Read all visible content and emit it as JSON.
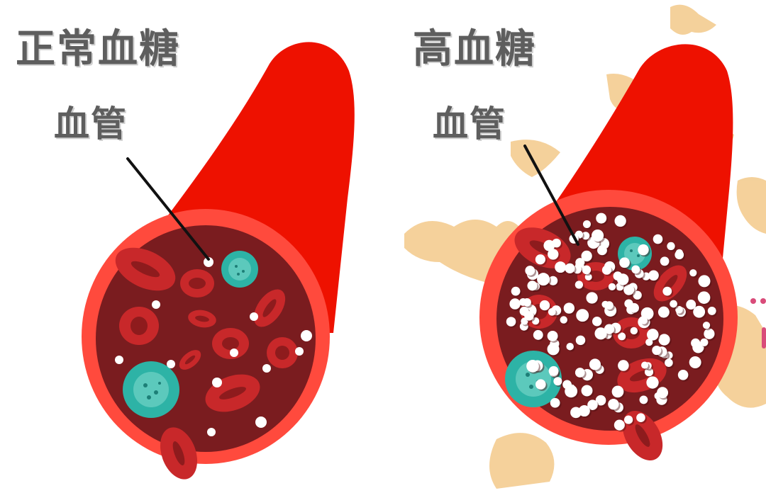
{
  "panels": [
    {
      "title": "正常血糖",
      "vessel_label": "血管"
    },
    {
      "title": "高血糖",
      "vessel_label": "血管"
    }
  ],
  "colors": {
    "vessel": "#ee1100",
    "vessel_rim": "#ff4a3d",
    "lumen": "#7a1c1f",
    "red_cell": "#c8282a",
    "red_cell_dark": "#8e1b1d",
    "white_cell": "#2db3a6",
    "glucose": "#ffffff",
    "splash": "#f3c98a",
    "label_text": "#5e5e5e",
    "pointer": "#111111"
  }
}
